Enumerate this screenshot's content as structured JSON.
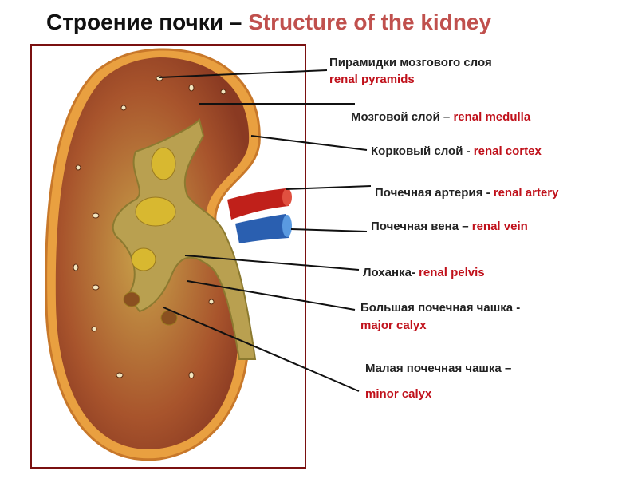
{
  "title": {
    "ru": "Строение почки –",
    "en": "Structure of the kidney"
  },
  "labels": {
    "pyramids": {
      "ru": "Пирамидки мозгового слоя",
      "en": "renal  pyramids"
    },
    "medulla": {
      "ru": "Мозговой слой –",
      "en": "renal medulla"
    },
    "cortex": {
      "ru": "Корковый слой -",
      "en": "renal cortex"
    },
    "artery": {
      "ru": "Почечная артерия -",
      "en": "renal artery"
    },
    "vein": {
      "ru": "Почечная вена –",
      "en": "renal vein"
    },
    "pelvis": {
      "ru": "Лоханка-",
      "en": "renal  pelvis"
    },
    "major_calyx": {
      "ru": "Большая почечная чашка -",
      "en": "major calyx"
    },
    "minor_calyx": {
      "ru": "Малая почечная чашка –",
      "en": "minor calyx"
    }
  },
  "colors": {
    "accent_red": "#c0101a",
    "title_red": "#c0504d",
    "frame": "#7a1010"
  }
}
